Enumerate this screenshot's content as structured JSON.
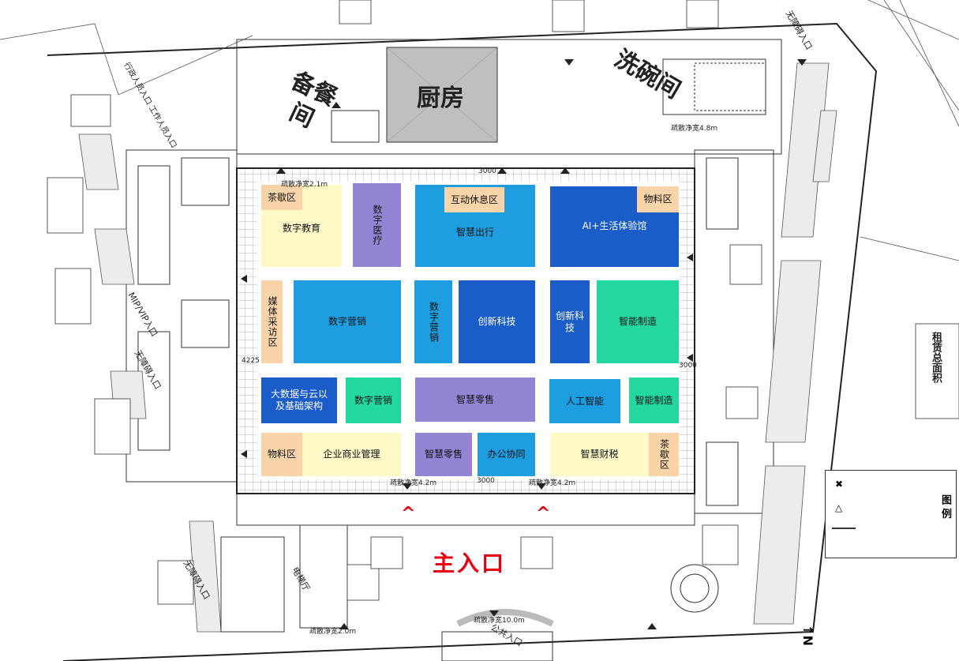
{
  "kitchen_zone": {
    "kitchen": "厨房",
    "prep_room": "备餐间",
    "dish_room": "洗碗间"
  },
  "zones": [
    {
      "id": "tea-area-1",
      "label": "茶歇区",
      "color": "#f9d4a8",
      "vertical": false
    },
    {
      "id": "digital-education",
      "label": "数字教育",
      "color": "#fdfac8",
      "vertical": false
    },
    {
      "id": "digital-healthcare",
      "label": "数字医疗",
      "color": "#9484d4",
      "vertical": true
    },
    {
      "id": "interactive-rest-area",
      "label": "互动休息区",
      "color": "#f9d4a8",
      "vertical": false
    },
    {
      "id": "smart-mobility",
      "label": "智慧出行",
      "color": "#1e9ee0",
      "vertical": false
    },
    {
      "id": "materials-area-1",
      "label": "物料区",
      "color": "#f9d4a8",
      "vertical": false
    },
    {
      "id": "ai-life-experience",
      "label": "AI+生活体验馆",
      "color": "#1a5cc8",
      "vertical": false
    },
    {
      "id": "media-interview-area",
      "label": "媒体采访区",
      "color": "#f9d4a8",
      "vertical": true
    },
    {
      "id": "digital-marketing-1",
      "label": "数字营销",
      "color": "#1e9ee0",
      "vertical": false
    },
    {
      "id": "digital-marketing-2",
      "label": "数字营销",
      "color": "#1e9ee0",
      "vertical": true
    },
    {
      "id": "innovation-tech-1",
      "label": "创新科技",
      "color": "#1a5cc8",
      "vertical": false
    },
    {
      "id": "innovation-tech-2",
      "label": "创新科技",
      "color": "#1a5cc8",
      "vertical": false
    },
    {
      "id": "smart-manufacturing-1",
      "label": "智能制造",
      "color": "#22d8a0",
      "vertical": false
    },
    {
      "id": "big-data-cloud",
      "label": "大数据与云以及基础架构",
      "color": "#1a5cc8",
      "vertical": false
    },
    {
      "id": "digital-marketing-3",
      "label": "数字营销",
      "color": "#22d8a0",
      "vertical": false
    },
    {
      "id": "smart-retail-1",
      "label": "智慧零售",
      "color": "#9484d4",
      "vertical": false
    },
    {
      "id": "artificial-intelligence",
      "label": "人工智能",
      "color": "#1e9ee0",
      "vertical": false
    },
    {
      "id": "smart-manufacturing-2",
      "label": "智能制造",
      "color": "#22d8a0",
      "vertical": false
    },
    {
      "id": "materials-area-2",
      "label": "物料区",
      "color": "#f9d4a8",
      "vertical": false
    },
    {
      "id": "enterprise-management",
      "label": "企业商业管理",
      "color": "#fdfac8",
      "vertical": false
    },
    {
      "id": "smart-retail-2",
      "label": "智慧零售",
      "color": "#9484d4",
      "vertical": false
    },
    {
      "id": "office-collaboration",
      "label": "办公协同",
      "color": "#1e9ee0",
      "vertical": false
    },
    {
      "id": "smart-finance-tax",
      "label": "智慧财税",
      "color": "#fdfac8",
      "vertical": false
    },
    {
      "id": "tea-area-2",
      "label": "茶歇区",
      "color": "#f9d4a8",
      "vertical": true
    }
  ],
  "entrances": {
    "main": "主入口",
    "public": "公共入口",
    "barrier_free_1": "无障碍入口",
    "barrier_free_2": "无障碍入口",
    "barrier_free_3": "无障碍入口",
    "vip": "MIP/VIP入口",
    "staff": "行政人员入口 工作人员入口",
    "elevator_hall": "电梯厅"
  },
  "dimensions": {
    "d1": "4225",
    "d2": "3000",
    "d3": "3000",
    "d4": "3000"
  },
  "corridor_labels": {
    "c1": "疏散净宽2.1m",
    "c2": "疏散净宽4.2m",
    "c3": "疏散净宽4.2m",
    "c4": "疏散净宽10.0m",
    "c5": "疏散净宽2.0m",
    "c6": "疏散净宽4.8m"
  },
  "legend": {
    "title": "图 例"
  },
  "north_mark": "N",
  "right_label": "租赁总面积"
}
